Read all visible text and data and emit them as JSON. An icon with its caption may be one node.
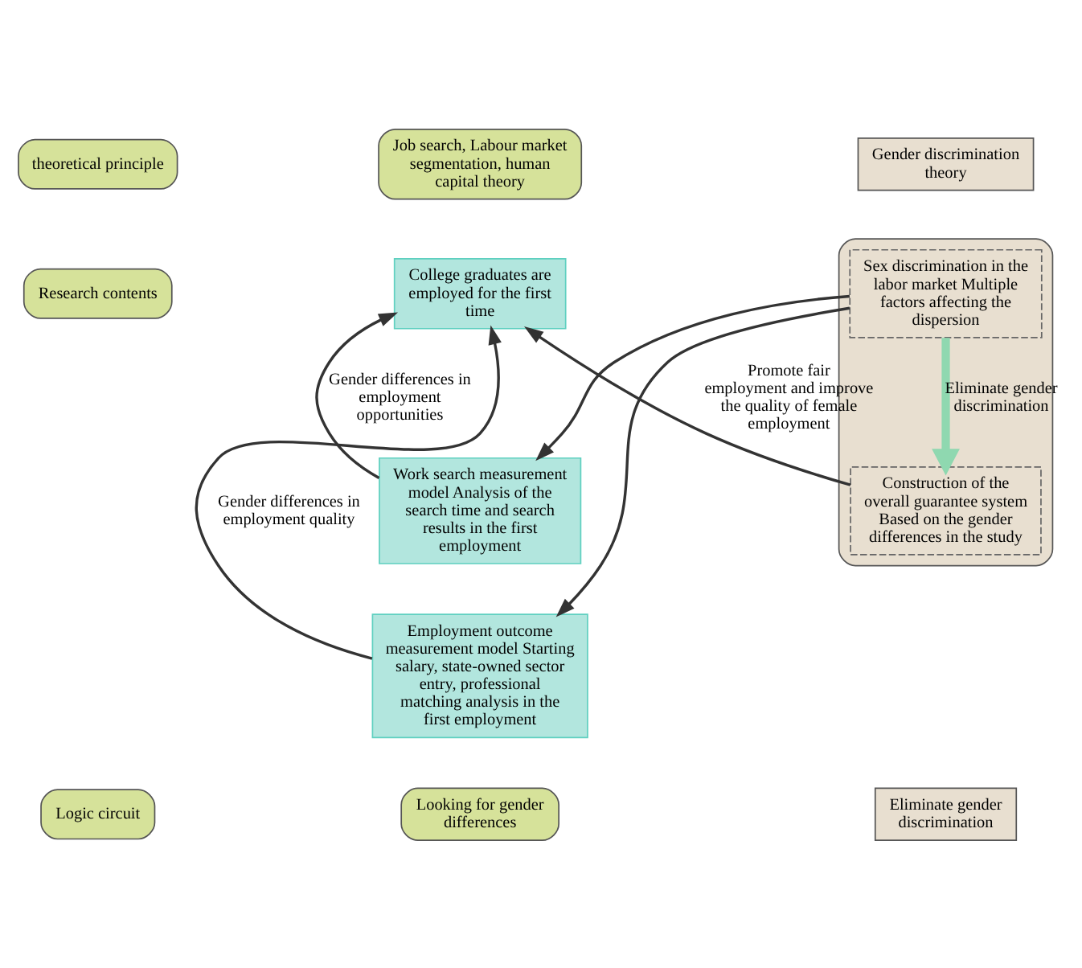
{
  "diagram": {
    "nodes": [
      {
        "text": [
          "theoretical principle"
        ]
      },
      {
        "text": [
          "Job search, Labour market segmentation, human capital theory"
        ]
      },
      {
        "text": [
          "Gender discrimination theory"
        ]
      },
      {
        "text": [
          "Research contents"
        ]
      },
      {
        "text": [
          "College graduates are employed for the first time"
        ]
      },
      {
        "text": [
          "Work search measurement model Analysis of the search time and search results in the first employment"
        ]
      },
      {
        "text": [
          "Employment outcome measurement model Starting salary, state-owned sector entry, professional matching analysis in the first employment"
        ]
      },
      {
        "text": [],
        "shape": "box"
      },
      {
        "text": [
          "Sex discrimination in the labor market Multiple factors affecting the dispersion"
        ],
        "in": 7
      },
      {
        "text": [
          "Construction of the overall guarantee system Based on the gender differences in the study"
        ],
        "in": 7
      },
      {
        "text": [
          "Logic circuit"
        ]
      },
      {
        "text": [
          "Looking for gender differences"
        ]
      },
      {
        "text": [
          "Eliminate gender discrimination"
        ]
      }
    ],
    "edges": [
      {
        "from": 5,
        "to": 4,
        "arrow": "to",
        "label": "Gender differences in employment opportunities"
      },
      {
        "from": 6,
        "to": 4,
        "arrow": "to",
        "label": "Gender differences in employment quality"
      },
      {
        "from": 8,
        "to": 5,
        "arrow": "to"
      },
      {
        "from": 8,
        "to": 6,
        "arrow": "to"
      },
      {
        "from": 8,
        "to": 9,
        "arrow": "to",
        "label": "Eliminate gender discrimination",
        "style": "thick",
        "color": "#8fd8b0"
      },
      {
        "from": 9,
        "to": 4,
        "arrow": "to",
        "label": "Promote fair employment and improve the quality of female employment"
      }
    ]
  }
}
